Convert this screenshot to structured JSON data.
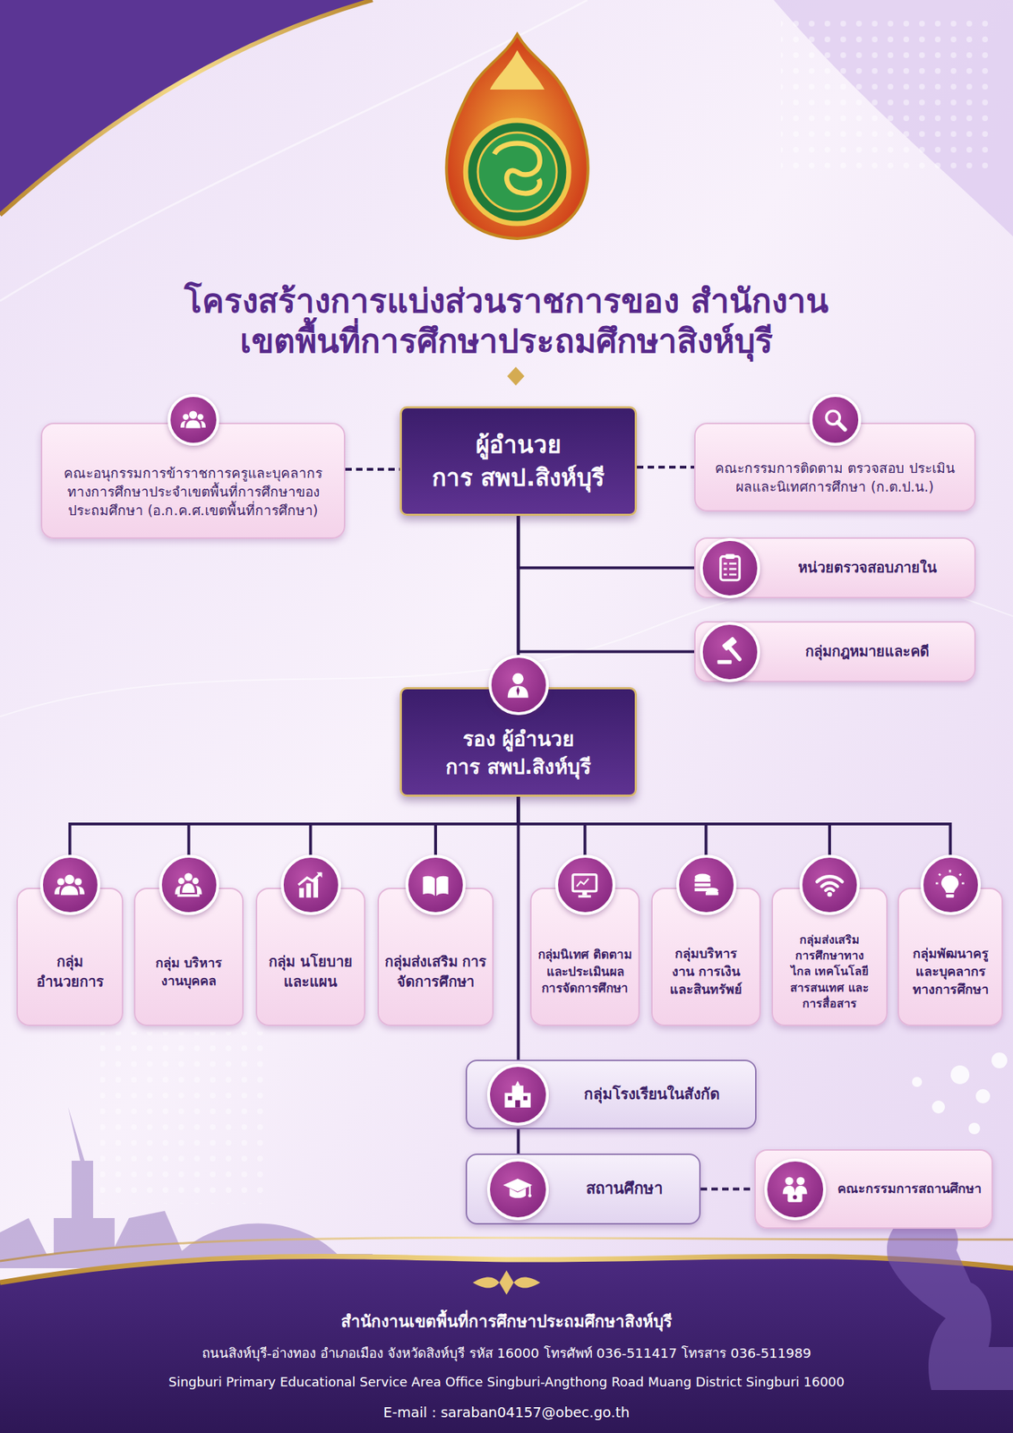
{
  "diagram": {
    "title": "โครงสร้างการแบ่งส่วนราชการของ สำนักงานเขตพื้นที่การศึกษาประถมศึกษาสิงห์บุรี",
    "nodes": [
      {
        "text": [
          "คณะอนุกรรมการข้าราชการครูและบุคลากร ทางการศึกษาประจำเขตพื้นที่การศึกษาของ ประถมศึกษา (อ.ก.ค.ศ.เขตพื้นที่การศึกษา)"
        ]
      },
      {
        "text": [
          "ผู้อำนวยการ สพป.สิงห์บุรี"
        ]
      },
      {
        "text": [
          "คณะกรรมการติดตาม ตรวจสอบ ประเมินผลและนิเทศการศึกษา (ก.ต.ป.น.)"
        ]
      },
      {
        "text": [
          "หน่วยตรวจสอบภายใน"
        ]
      },
      {
        "text": [
          "กลุ่มกฎหมายและคดี"
        ]
      },
      {
        "text": [
          "รอง ผู้อำนวยการ สพป.สิงห์บุรี"
        ]
      },
      {
        "text": [
          "กลุ่ม อำนวยการ"
        ]
      },
      {
        "text": [
          "กลุ่ม บริหารงานบุคคล"
        ]
      },
      {
        "text": [
          "กลุ่ม นโยบายและแผน"
        ]
      },
      {
        "text": [
          "กลุ่มส่งเสริม การจัดการศึกษา"
        ]
      },
      {
        "text": [
          "กลุ่มนิเทศ ติดตาม และประเมินผล การจัดการศึกษา"
        ]
      },
      {
        "text": [
          "กลุ่มบริหารงาน การเงิน และสินทรัพย์"
        ]
      },
      {
        "text": [
          "กลุ่มส่งเสริม การศึกษาทางไกล เทคโนโลยีสารสนเทศ และการสื่อสาร"
        ]
      },
      {
        "text": [
          "กลุ่มพัฒนาครู และบุคลากร ทางการศึกษา"
        ]
      },
      {
        "text": [
          "กลุ่มโรงเรียนในสังกัด"
        ]
      },
      {
        "text": [
          "สถานศึกษา"
        ]
      },
      {
        "text": [
          "คณะกรรมการสถานศึกษา"
        ]
      }
    ],
    "edges": [
      {
        "from": 0,
        "to": 1,
        "arrow": "none"
      },
      {
        "from": 1,
        "to": 2,
        "arrow": "none"
      },
      {
        "from": 1,
        "to": 3,
        "arrow": "none"
      },
      {
        "from": 1,
        "to": 4,
        "arrow": "none"
      },
      {
        "from": 1,
        "to": 5,
        "arrow": "none"
      },
      {
        "from": 5,
        "to": 6,
        "arrow": "none"
      },
      {
        "from": 5,
        "to": 7,
        "arrow": "none"
      },
      {
        "from": 5,
        "to": 8,
        "arrow": "none"
      },
      {
        "from": 5,
        "to": 9,
        "arrow": "none"
      },
      {
        "from": 5,
        "to": 10,
        "arrow": "none"
      },
      {
        "from": 5,
        "to": 11,
        "arrow": "none"
      },
      {
        "from": 5,
        "to": 12,
        "arrow": "none"
      },
      {
        "from": 5,
        "to": 13,
        "arrow": "none"
      },
      {
        "from": 5,
        "to": 14,
        "arrow": "none"
      },
      {
        "from": 14,
        "to": 15,
        "arrow": "none"
      },
      {
        "from": 15,
        "to": 16,
        "arrow": "none"
      }
    ],
    "labels": [
      "สำนักงานเขตพื้นที่การศึกษาประถมศึกษาสิงห์บุรี",
      "ถนนสิงห์บุรี-อ่างทอง อำเภอเมือง จังหวัดสิงห์บุรี รหัส 16000 โทรศัพท์ 036-511417 โทรสาร 036-511989",
      "Singburi Primary Educational Service Area Office Singburi-Angthong Road Muang District Singburi 16000",
      "E-mail : saraban04157@obec.go.th"
    ]
  }
}
